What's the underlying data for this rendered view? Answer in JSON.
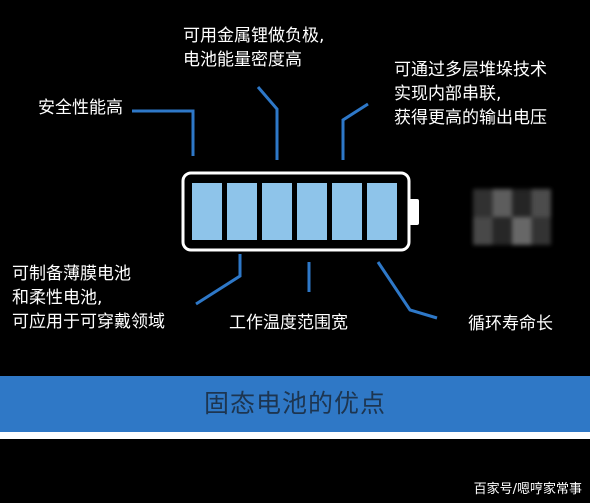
{
  "labels": {
    "top_left": [
      "安全性能高"
    ],
    "top_center": [
      "可用金属锂做负极,",
      "电池能量密度高"
    ],
    "top_right": [
      "可通过多层堆垛技术",
      "实现内部串联,",
      "获得更高的输出电压"
    ],
    "bottom_left": [
      "可制备薄膜电池",
      "和柔性电池,",
      "可应用于可穿戴领域"
    ],
    "bottom_center": [
      "工作温度范围宽"
    ],
    "bottom_right": [
      "循环寿命长"
    ]
  },
  "battery": {
    "cell_count": 6,
    "cell_color": "#8ec4ea",
    "outline_color": "#ffffff"
  },
  "connector_color": "#2e78c8",
  "title": "固态电池的优点",
  "title_band_color": "#2f78c6",
  "watermark": "百家号/嗯哼家常事"
}
